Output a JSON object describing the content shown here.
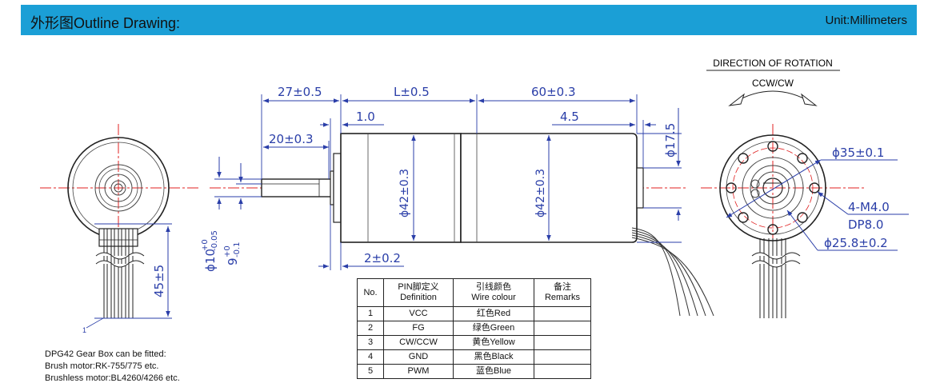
{
  "header": {
    "title": "外形图Outline Drawing:",
    "unit": "Unit:Millimeters"
  },
  "rotation": {
    "title": "DIRECTION OF ROTATION",
    "label": "CCW/CW"
  },
  "dimensions": {
    "shaft_length": "27±0.5",
    "body_length": "L±0.5",
    "motor_length": "60±0.3",
    "flange": "1.0",
    "rear": "4.5",
    "rear_dia": "ϕ17.5",
    "flat": "20±0.3",
    "gearbox_dia": "ϕ42±0.3",
    "motor_dia": "ϕ42±0.3",
    "shaft_dia": "ϕ10",
    "shaft_dia_tol_up": "+0",
    "shaft_dia_tol_dn": "-0.05",
    "flat_height": "9",
    "flat_tol_up": "+0",
    "flat_tol_dn": "-0.1",
    "boss": "2±0.2",
    "lead": "45±5",
    "pitch": "ϕ35±0.1",
    "holes": "4-M4.0",
    "depth": "DP8.0",
    "pilot": "ϕ25.8±0.2",
    "pin_one": "1"
  },
  "table": {
    "headers": [
      {
        "cn": "",
        "en": "No."
      },
      {
        "cn": "PIN脚定义",
        "en": "Definition"
      },
      {
        "cn": "引线颜色",
        "en": "Wire colour"
      },
      {
        "cn": "备注",
        "en": "Remarks"
      }
    ],
    "rows": [
      {
        "no": "1",
        "def": "VCC",
        "colour": "红色Red",
        "remark": ""
      },
      {
        "no": "2",
        "def": "FG",
        "colour": "绿色Green",
        "remark": ""
      },
      {
        "no": "3",
        "def": "CW/CCW",
        "colour": "黄色Yellow",
        "remark": ""
      },
      {
        "no": "4",
        "def": "GND",
        "colour": "黑色Black",
        "remark": ""
      },
      {
        "no": "5",
        "def": "PWM",
        "colour": "蓝色Blue",
        "remark": ""
      }
    ]
  },
  "notes": [
    "DPG42 Gear Box can be fitted:",
    "Brush motor:RK-755/775 etc.",
    "Brushless motor:BL4260/4266 etc."
  ]
}
